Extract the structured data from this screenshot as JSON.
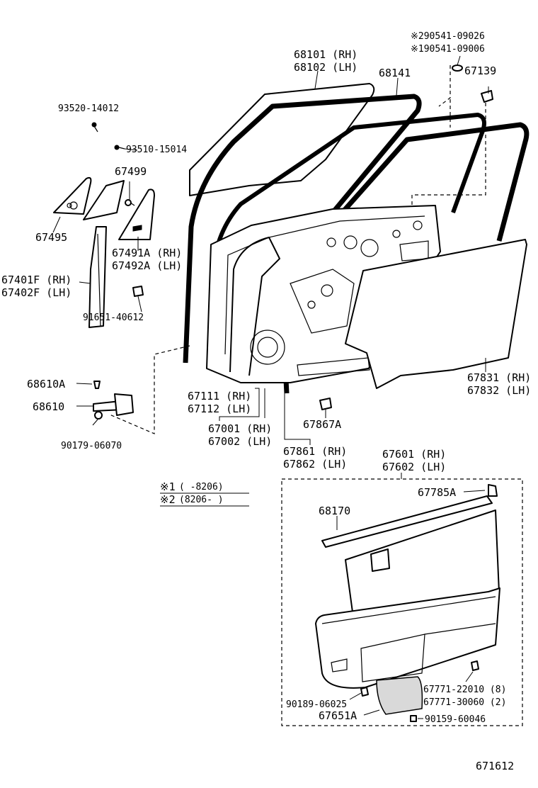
{
  "labels": {
    "l01": "※290541-09026",
    "l02": "※190541-09006",
    "l03": "68101 (RH)",
    "l04": "68102 (LH)",
    "l05": "68141",
    "l06": "67139",
    "l07": "93520-14012",
    "l08": "93510-15014",
    "l09": "67499",
    "l10": "67495",
    "l11": "67491A (RH)",
    "l12": "67492A (LH)",
    "l13": "67401F (RH)",
    "l14": "67402F (LH)",
    "l15": "91651-40612",
    "l16": "68610A",
    "l17": "68610",
    "l18": "90179-06070",
    "l19": "67111 (RH)",
    "l20": "67112 (LH)",
    "l21": "67001 (RH)",
    "l22": "67002 (LH)",
    "l23": "67867A",
    "l24": "67861 (RH)",
    "l25": "67862 (LH)",
    "l26": "67831 (RH)",
    "l27": "67832 (LH)",
    "l28": "67601 (RH)",
    "l29": "67602 (LH)",
    "l30": "67785A",
    "l31": "68170",
    "l32": "67771-22010 (8)",
    "l33": "67771-30060 (2)",
    "l34": "90189-06025",
    "l35": "67651A",
    "l36": "90159-60046",
    "l37": "671612"
  },
  "notes": {
    "n1_mark": "※1",
    "n1_range": "(      -8206)",
    "n2_mark": "※2",
    "n2_range": "(8206-      )"
  }
}
